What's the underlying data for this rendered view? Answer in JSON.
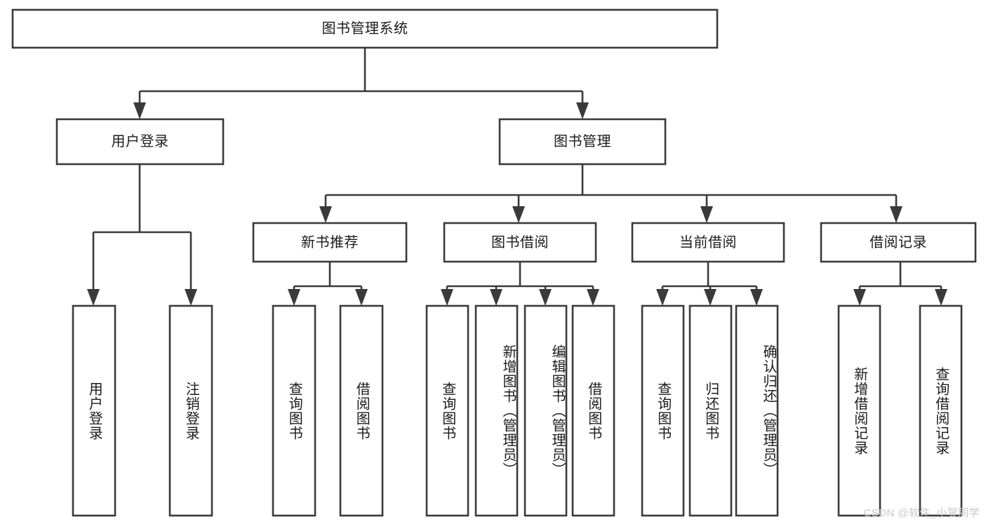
{
  "diagram": {
    "title": "图书管理系统",
    "type": "hierarchy-tree",
    "levels": 4,
    "watermark": "CSDN @软件_小贺同学",
    "colors": {
      "background": "#ffffff",
      "box_fill": "#ffffff",
      "box_stroke": "#3a3a3a",
      "connector": "#3a3a3a",
      "text": "#1b1b1b",
      "watermark": "#c9c9c9"
    },
    "nodes": {
      "root": {
        "label": "图书管理系统",
        "orientation": "horizontal"
      },
      "level2": [
        {
          "id": "user-login",
          "label": "用户登录",
          "orientation": "horizontal"
        },
        {
          "id": "book-management",
          "label": "图书管理",
          "orientation": "horizontal"
        }
      ],
      "level3": [
        {
          "id": "new-book-recommend",
          "label": "新书推荐",
          "orientation": "horizontal"
        },
        {
          "id": "book-borrow",
          "label": "图书借阅",
          "orientation": "horizontal"
        },
        {
          "id": "current-borrow",
          "label": "当前借阅",
          "orientation": "horizontal"
        },
        {
          "id": "borrow-record",
          "label": "借阅记录",
          "orientation": "horizontal"
        }
      ],
      "leaves": {
        "user-login": [
          {
            "id": "leaf-user-login",
            "label": "用户登录",
            "orientation": "vertical"
          },
          {
            "id": "leaf-user-logout",
            "label": "注销登录",
            "orientation": "vertical"
          }
        ],
        "new-book-recommend": [
          {
            "id": "leaf-query-book-1",
            "label": "查询图书",
            "orientation": "vertical"
          },
          {
            "id": "leaf-borrow-book-1",
            "label": "借阅图书",
            "orientation": "vertical"
          }
        ],
        "book-borrow": [
          {
            "id": "leaf-query-book-2",
            "label": "查询图书",
            "orientation": "vertical"
          },
          {
            "id": "leaf-add-book",
            "label": "新增图书（管理员）",
            "orientation": "vertical"
          },
          {
            "id": "leaf-edit-book",
            "label": "编辑图书（管理员）",
            "orientation": "vertical"
          },
          {
            "id": "leaf-borrow-book-2",
            "label": "借阅图书",
            "orientation": "vertical"
          }
        ],
        "current-borrow": [
          {
            "id": "leaf-query-book-3",
            "label": "查询图书",
            "orientation": "vertical"
          },
          {
            "id": "leaf-return-book",
            "label": "归还图书",
            "orientation": "vertical"
          },
          {
            "id": "leaf-confirm-return",
            "label": "确认归还（管理员）",
            "orientation": "vertical"
          }
        ],
        "borrow-record": [
          {
            "id": "leaf-add-record",
            "label": "新增借阅记录",
            "orientation": "vertical"
          },
          {
            "id": "leaf-query-record",
            "label": "查询借阅记录",
            "orientation": "vertical"
          }
        ]
      }
    }
  }
}
